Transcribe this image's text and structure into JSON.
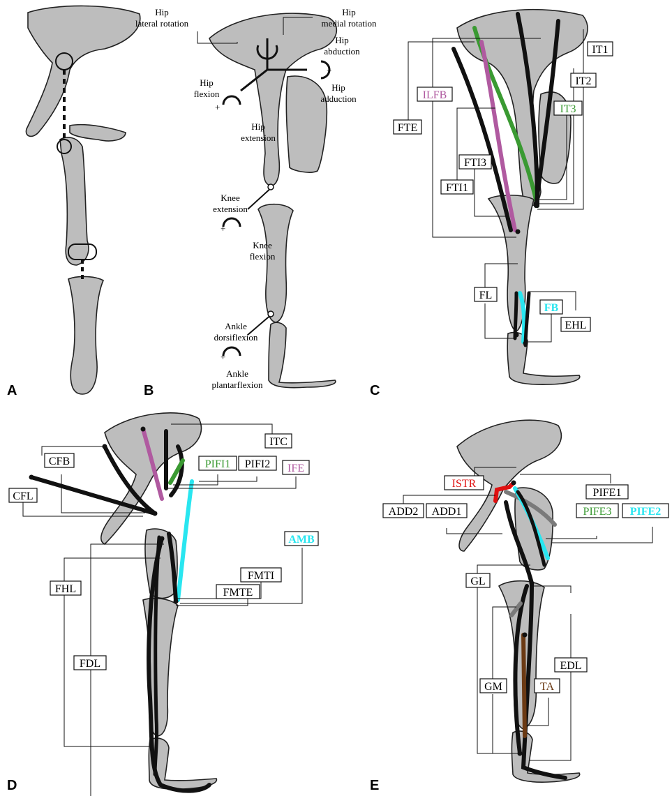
{
  "panels": {
    "a": "A",
    "b": "B",
    "c": "C",
    "d": "D",
    "e": "E"
  },
  "colors": {
    "bone": "#bdbdbd",
    "black": "#111111",
    "purple": "#b05aa0",
    "green": "#3a9a32",
    "cyan": "#29e6f0",
    "red": "#e01010",
    "brown": "#6b3a14",
    "gray": "#7a7a7a"
  },
  "panel_b": {
    "hip_lateral_rotation": [
      "Hip",
      "lateral rotation"
    ],
    "hip_medial_rotation": [
      "Hip",
      "medial rotation"
    ],
    "hip_abduction": [
      "Hip",
      "abduction"
    ],
    "hip_adduction": [
      "Hip",
      "adduction"
    ],
    "hip_flexion": [
      "Hip",
      "flexion"
    ],
    "hip_extension": [
      "Hip",
      "extension"
    ],
    "knee_extension": [
      "Knee",
      "extension"
    ],
    "knee_flexion": [
      "Knee",
      "flexion"
    ],
    "ankle_dorsiflexion": [
      "Ankle",
      "dorsiflexion"
    ],
    "ankle_plantarflexion": [
      "Ankle",
      "plantarflexion"
    ],
    "plus": "+",
    "minus": "−"
  },
  "panel_c": {
    "it1": "IT1",
    "it2": "IT2",
    "it3": "IT3",
    "ilfb": "ILFB",
    "fte": "FTE",
    "fti3": "FTI3",
    "fti1": "FTI1",
    "fl": "FL",
    "fb": "FB",
    "ehl": "EHL"
  },
  "panel_d": {
    "itc": "ITC",
    "cfb": "CFB",
    "pifi1": "PIFI1",
    "pifi2": "PIFI2",
    "ife": "IFE",
    "cfl": "CFL",
    "amb": "AMB",
    "fmti": "FMTI",
    "fmte": "FMTE",
    "fhl": "FHL",
    "fdl": "FDL"
  },
  "panel_e": {
    "istr": "ISTR",
    "pife1": "PIFE1",
    "add2": "ADD2",
    "add1": "ADD1",
    "pife3": "PIFE3",
    "pife2": "PIFE2",
    "gl": "GL",
    "edl": "EDL",
    "gm": "GM",
    "ta": "TA"
  }
}
